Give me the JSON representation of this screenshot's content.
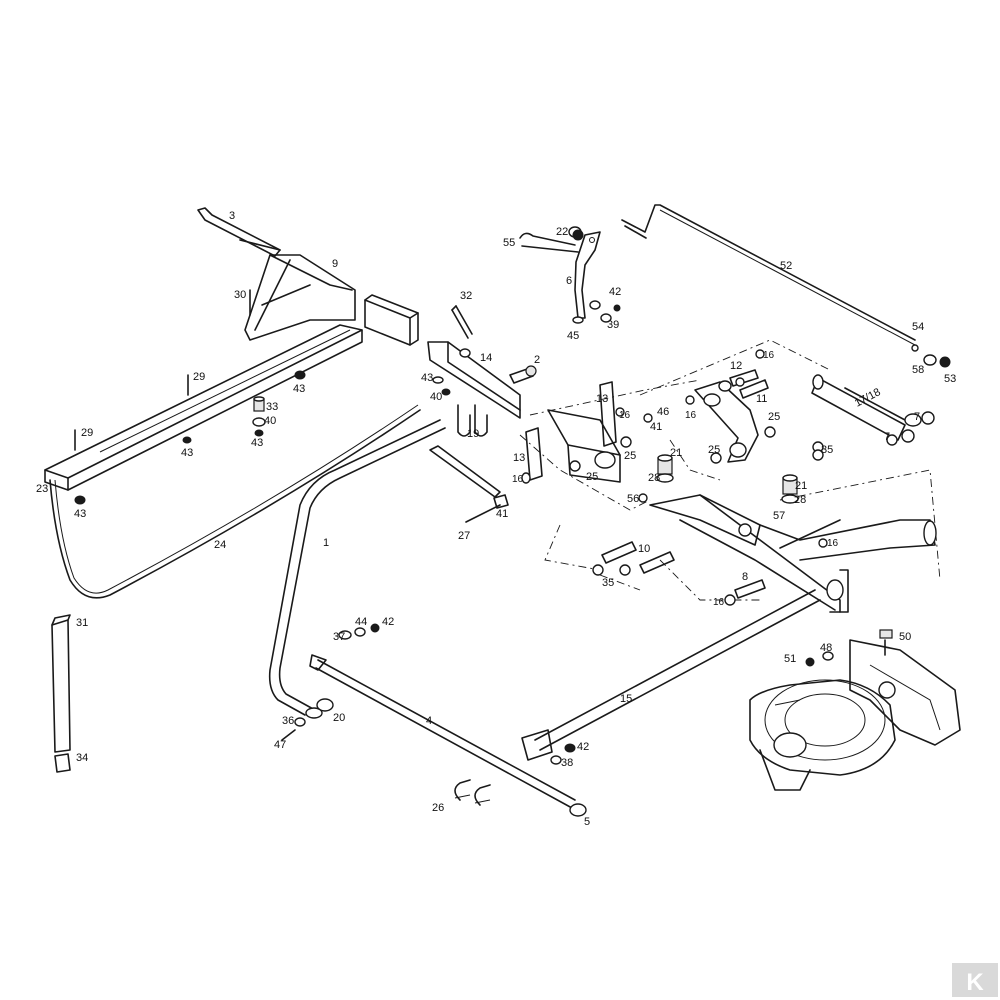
{
  "diagram": {
    "labels": [
      "1",
      "2",
      "3",
      "4",
      "5",
      "6",
      "7",
      "7",
      "8",
      "9",
      "10",
      "11",
      "12",
      "13",
      "13",
      "14",
      "15",
      "16",
      "16",
      "16",
      "16",
      "16",
      "16",
      "17/18",
      "19",
      "20",
      "21",
      "21",
      "22",
      "23",
      "24",
      "25",
      "25",
      "25",
      "25",
      "26",
      "27",
      "28",
      "28",
      "29",
      "29",
      "30",
      "31",
      "32",
      "33",
      "34",
      "35",
      "35",
      "36",
      "37",
      "38",
      "39",
      "40",
      "40",
      "41",
      "41",
      "42",
      "42",
      "42",
      "43",
      "43",
      "43",
      "43",
      "43",
      "44",
      "45",
      "46",
      "47",
      "48",
      "50",
      "51",
      "52",
      "53",
      "54",
      "55",
      "56",
      "57",
      "58"
    ]
  },
  "branding": {
    "logo": "K"
  }
}
